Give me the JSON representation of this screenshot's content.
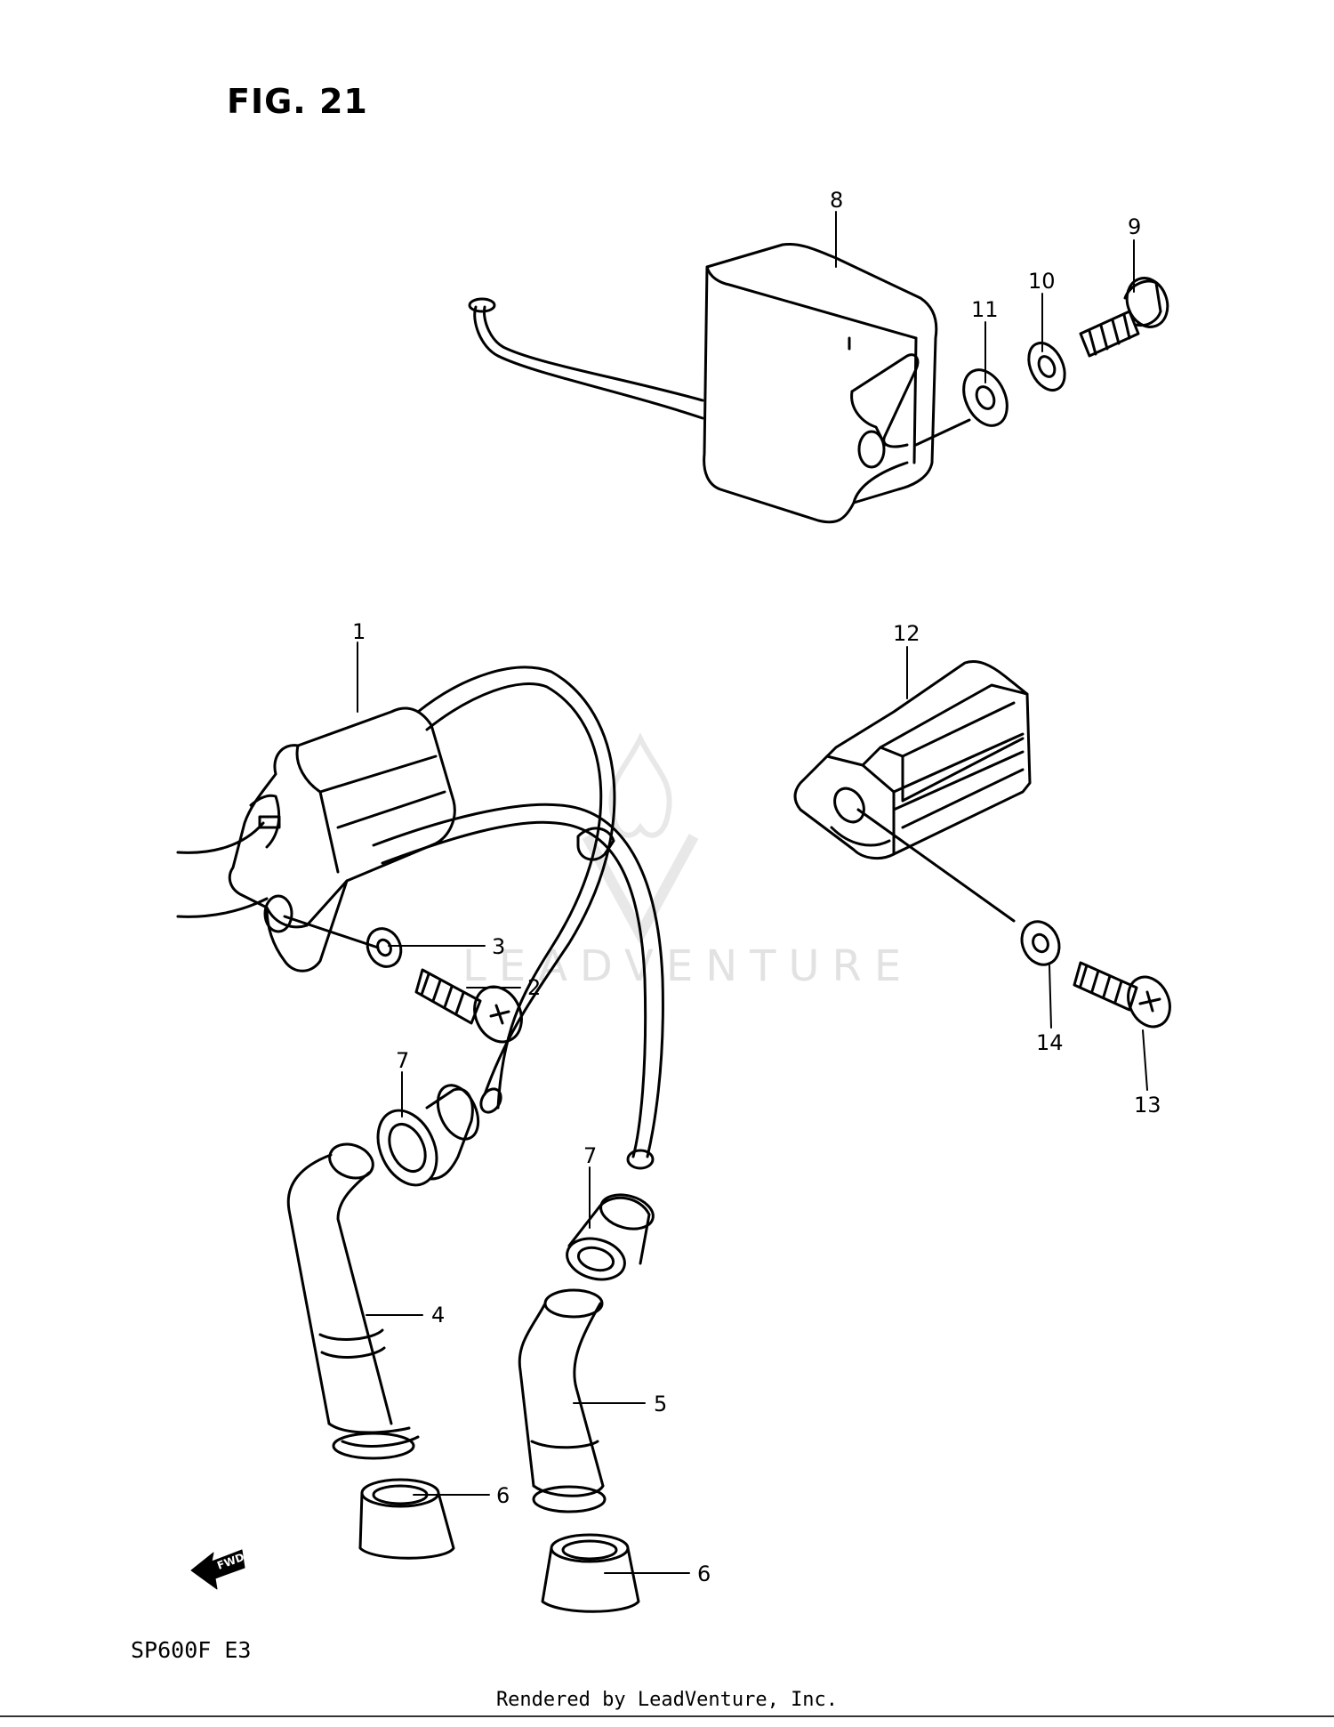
{
  "figure": {
    "title": "FIG. 21",
    "model": "SP600F  E3"
  },
  "footer": {
    "rendered_by": "Rendered by LeadVenture, Inc."
  },
  "watermark": {
    "text": "LEADVENTURE"
  },
  "callouts": [
    {
      "id": "c1",
      "label": "1"
    },
    {
      "id": "c2",
      "label": "2"
    },
    {
      "id": "c3",
      "label": "3"
    },
    {
      "id": "c4",
      "label": "4"
    },
    {
      "id": "c5",
      "label": "5"
    },
    {
      "id": "c6a",
      "label": "6"
    },
    {
      "id": "c6b",
      "label": "6"
    },
    {
      "id": "c7a",
      "label": "7"
    },
    {
      "id": "c7b",
      "label": "7"
    },
    {
      "id": "c8",
      "label": "8"
    },
    {
      "id": "c9",
      "label": "9"
    },
    {
      "id": "c10",
      "label": "10"
    },
    {
      "id": "c11",
      "label": "11"
    },
    {
      "id": "c12",
      "label": "12"
    },
    {
      "id": "c13",
      "label": "13"
    },
    {
      "id": "c14",
      "label": "14"
    }
  ],
  "fwd_marker": {
    "label": "FWD"
  }
}
